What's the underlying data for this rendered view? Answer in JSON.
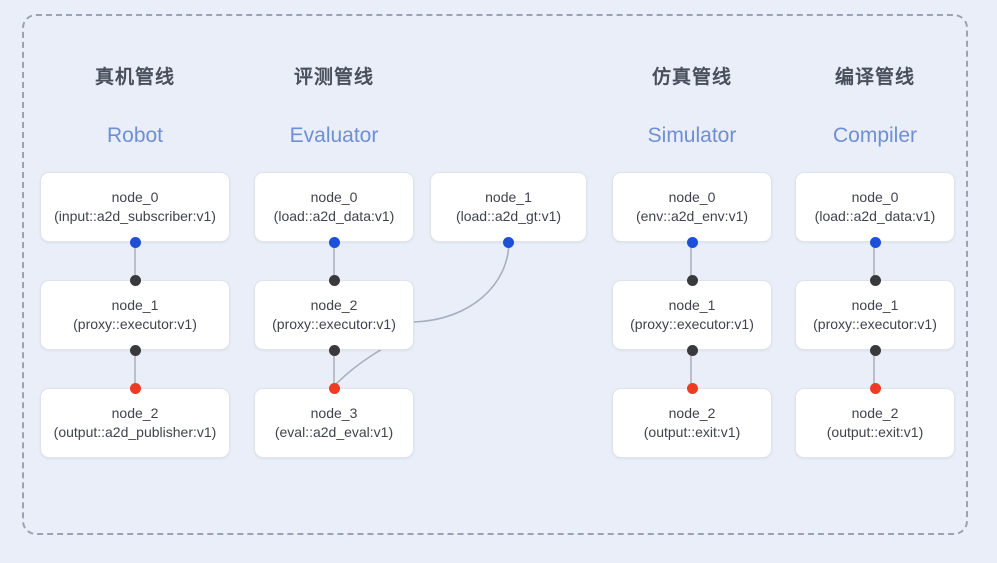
{
  "diagram": {
    "background_color": "#e9eef8",
    "border_style": "dashed",
    "border_color": "#9aa2b4",
    "dot_colors": {
      "source": "#1d4fd8",
      "intermediate": "#3a3a3c",
      "terminal": "#ef3b24"
    },
    "title_color": "#4a4f5c",
    "subtitle_color": "#6f8fd4"
  },
  "columns": [
    {
      "title": "真机管线",
      "subtitle": "Robot",
      "nodes": [
        {
          "id": "node_0",
          "ref": "(input::a2d_subscriber:v1)"
        },
        {
          "id": "node_1",
          "ref": "(proxy::executor:v1)"
        },
        {
          "id": "node_2",
          "ref": "(output::a2d_publisher:v1)"
        }
      ]
    },
    {
      "title": "评测管线",
      "subtitle": "Evaluator",
      "nodes": [
        {
          "id": "node_0",
          "ref": "(load::a2d_data:v1)"
        },
        {
          "id": "node_1",
          "ref": "(load::a2d_gt:v1)"
        },
        {
          "id": "node_2",
          "ref": "(proxy::executor:v1)"
        },
        {
          "id": "node_3",
          "ref": "(eval::a2d_eval:v1)"
        }
      ]
    },
    {
      "title": "仿真管线",
      "subtitle": "Simulator",
      "nodes": [
        {
          "id": "node_0",
          "ref": "(env::a2d_env:v1)"
        },
        {
          "id": "node_1",
          "ref": "(proxy::executor:v1)"
        },
        {
          "id": "node_2",
          "ref": "(output::exit:v1)"
        }
      ]
    },
    {
      "title": "编译管线",
      "subtitle": "Compiler",
      "nodes": [
        {
          "id": "node_0",
          "ref": "(load::a2d_data:v1)"
        },
        {
          "id": "node_1",
          "ref": "(proxy::executor:v1)"
        },
        {
          "id": "node_2",
          "ref": "(output::exit:v1)"
        }
      ]
    }
  ]
}
